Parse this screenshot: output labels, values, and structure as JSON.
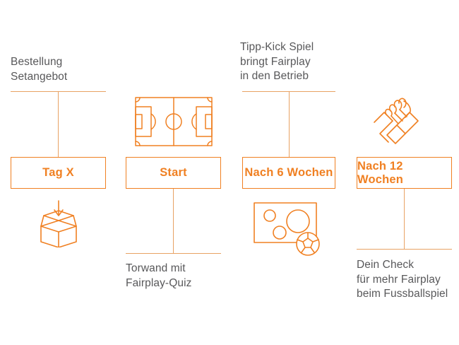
{
  "theme": {
    "orange": "#F08022",
    "orange_light": "#E8A264",
    "text_gray": "#58585a",
    "background": "#ffffff"
  },
  "timeline": {
    "columns": [
      {
        "key": "col1",
        "milestone_label": "Tag X",
        "top_caption": "Bestellung\nSetangebot",
        "bottom_caption": "",
        "icon_name": "open-box-with-down-arrow-icon",
        "icon_position": "below"
      },
      {
        "key": "col2",
        "milestone_label": "Start",
        "top_caption": "",
        "bottom_caption": "Torwand mit\nFairplay-Quiz",
        "icon_name": "soccer-pitch-icon",
        "icon_position": "above"
      },
      {
        "key": "col3",
        "milestone_label": "Nach 6 Wochen",
        "top_caption": "Tipp-Kick Spiel\nbringt Fairplay\nin den Betrieb",
        "bottom_caption": "",
        "icon_name": "torwand-shooting-wall-with-ball-icon",
        "icon_position": "below"
      },
      {
        "key": "col4",
        "milestone_label": "Nach 12 Wochen",
        "top_caption": "",
        "bottom_caption": "Dein Check\nfür mehr Fairplay\nbeim Fussballspiel",
        "icon_name": "handshake-icon",
        "icon_position": "above"
      }
    ]
  }
}
